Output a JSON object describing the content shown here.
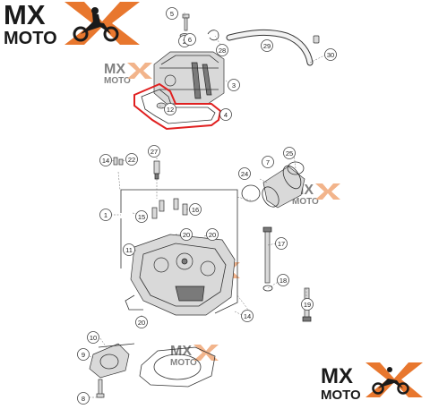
{
  "logo": {
    "line1": "MX",
    "line2": "MOTO",
    "accent": "#e8772e"
  },
  "watermark": {
    "line1": "MX",
    "line2": "MOTO"
  },
  "highlight_color": "#e02020",
  "callouts": [
    {
      "id": "c1",
      "label": "1"
    },
    {
      "id": "c2",
      "label": "2"
    },
    {
      "id": "c3",
      "label": "3"
    },
    {
      "id": "c4",
      "label": "4"
    },
    {
      "id": "c5",
      "label": "5"
    },
    {
      "id": "c6",
      "label": "6"
    },
    {
      "id": "c7",
      "label": "7"
    },
    {
      "id": "c8",
      "label": "8"
    },
    {
      "id": "c9",
      "label": "9"
    },
    {
      "id": "c10",
      "label": "10"
    },
    {
      "id": "c11",
      "label": "11"
    },
    {
      "id": "c12",
      "label": "12"
    },
    {
      "id": "c14a",
      "label": "14"
    },
    {
      "id": "c14b",
      "label": "14"
    },
    {
      "id": "c15",
      "label": "15"
    },
    {
      "id": "c16",
      "label": "16"
    },
    {
      "id": "c17",
      "label": "17"
    },
    {
      "id": "c18",
      "label": "18"
    },
    {
      "id": "c19",
      "label": "19"
    },
    {
      "id": "c20a",
      "label": "20"
    },
    {
      "id": "c20b",
      "label": "20"
    },
    {
      "id": "c20c",
      "label": "20"
    },
    {
      "id": "c22",
      "label": "22"
    },
    {
      "id": "c24",
      "label": "24"
    },
    {
      "id": "c25",
      "label": "25"
    },
    {
      "id": "c27",
      "label": "27"
    },
    {
      "id": "c28",
      "label": "28"
    },
    {
      "id": "c29",
      "label": "29"
    },
    {
      "id": "c30",
      "label": "30"
    }
  ]
}
